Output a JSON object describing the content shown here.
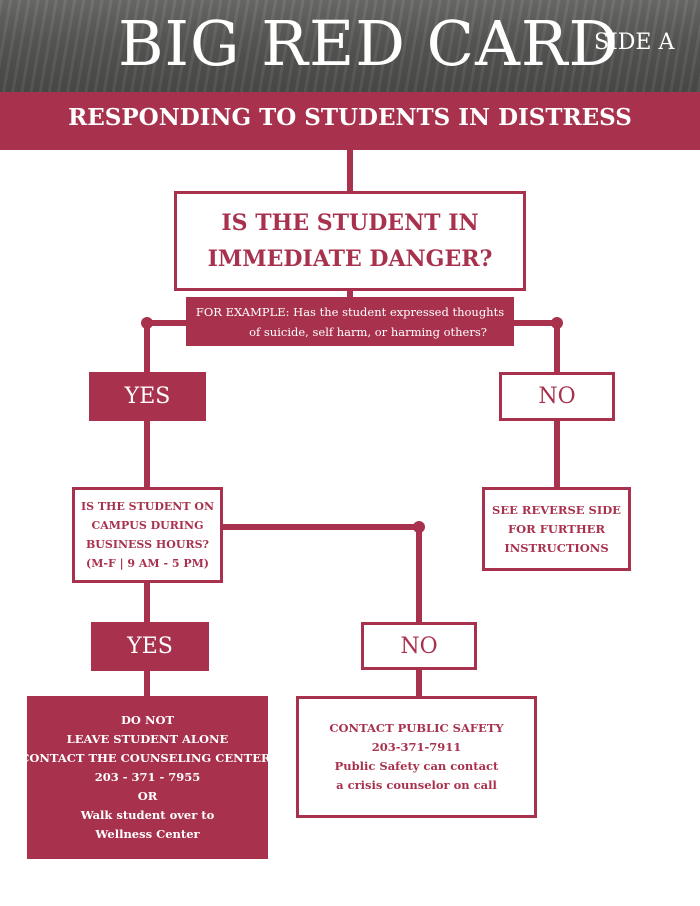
{
  "header": {
    "title": "BIG RED CARD",
    "side_label": "SIDE A",
    "banner": "RESPONDING TO STUDENTS IN DISTRESS"
  },
  "flow": {
    "question_danger": {
      "line1": "IS THE STUDENT IN",
      "line2": "IMMEDIATE DANGER?"
    },
    "example": {
      "line1": "FOR EXAMPLE: Has the student expressed thoughts",
      "line2": "of suicide, self harm, or harming others?"
    },
    "yes_1": "YES",
    "no_1": "NO",
    "reverse": {
      "line1": "SEE REVERSE SIDE",
      "line2": "FOR FURTHER",
      "line3": "INSTRUCTIONS"
    },
    "question_campus": {
      "line1": "IS THE STUDENT ON",
      "line2": "CAMPUS DURING",
      "line3": "BUSINESS HOURS?",
      "line4": "(M-F | 9 AM - 5 PM)"
    },
    "yes_2": "YES",
    "no_2": "NO",
    "counseling": {
      "line1": "DO NOT",
      "line2": "LEAVE STUDENT ALONE",
      "line3": "CONTACT THE COUNSELING CENTER:",
      "line4": "203 - 371 - 7955",
      "line5": "OR",
      "line6": "Walk student over to",
      "line7": "Wellness Center"
    },
    "public_safety": {
      "line1": "CONTACT PUBLIC SAFETY",
      "line2": "203-371-7911",
      "line3": "Public Safety can contact",
      "line4": "a crisis counselor  on call"
    }
  },
  "colors": {
    "brand": "#a8324d",
    "header_bg": "#555553"
  }
}
